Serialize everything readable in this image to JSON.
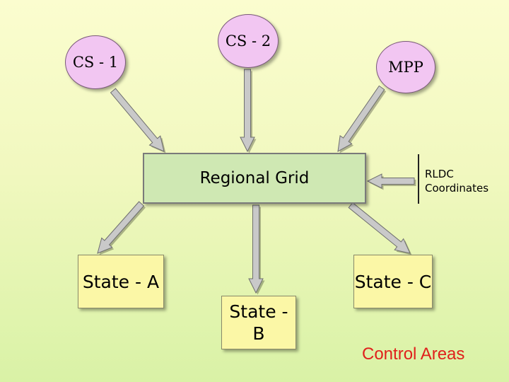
{
  "nodes": {
    "cs1": "CS - 1",
    "cs2": "CS - 2",
    "mpp": "MPP",
    "grid": "Regional Grid",
    "state_a": "State - A",
    "state_b": "State - B",
    "state_c": "State - C"
  },
  "rldc": "RLDC\nCoordinates",
  "footer": "Control Areas",
  "colors": {
    "circle_fill": "#f2c6f2",
    "grid_fill": "#cfe8b3",
    "state_fill": "#fbf7a6",
    "arrow_fill": "#c9c9c9",
    "footer_text": "#e0201c"
  },
  "edges": [
    {
      "from": "cs1",
      "to": "grid"
    },
    {
      "from": "cs2",
      "to": "grid"
    },
    {
      "from": "mpp",
      "to": "grid"
    },
    {
      "from": "grid",
      "to": "state_a"
    },
    {
      "from": "grid",
      "to": "state_b"
    },
    {
      "from": "grid",
      "to": "state_c"
    },
    {
      "from": "rldc",
      "to": "grid"
    }
  ]
}
